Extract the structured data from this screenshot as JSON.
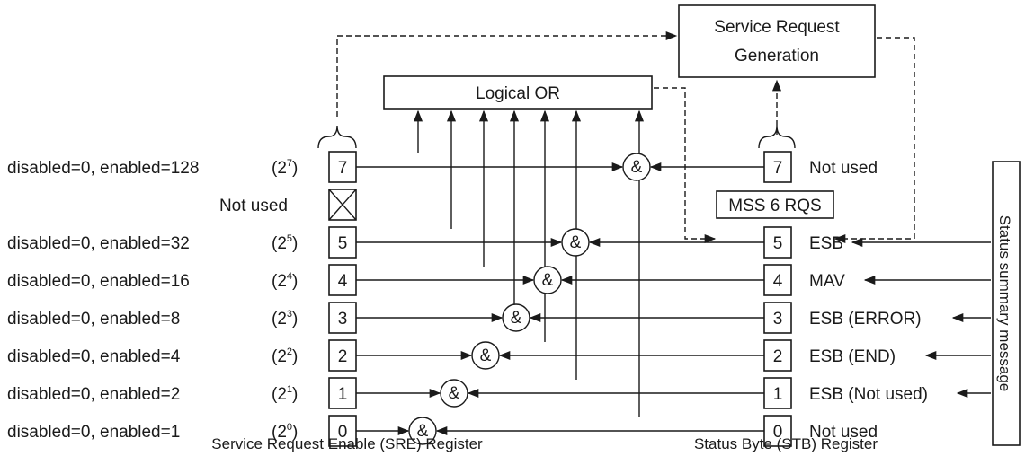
{
  "sre_register": {
    "caption": "Service Request Enable (SRE) Register",
    "bits": [
      {
        "bit": "7",
        "desc": "disabled=0, enabled=128",
        "pow_base": "(2",
        "pow_exp": "7",
        "pow_close": ")"
      },
      {
        "bit": "",
        "desc": "Not used",
        "pow_base": "",
        "pow_exp": "",
        "pow_close": "",
        "crossed": true
      },
      {
        "bit": "5",
        "desc": "disabled=0, enabled=32",
        "pow_base": "(2",
        "pow_exp": "5",
        "pow_close": ")"
      },
      {
        "bit": "4",
        "desc": "disabled=0, enabled=16",
        "pow_base": "(2",
        "pow_exp": "4",
        "pow_close": ")"
      },
      {
        "bit": "3",
        "desc": "disabled=0, enabled=8",
        "pow_base": "(2",
        "pow_exp": "3",
        "pow_close": ")"
      },
      {
        "bit": "2",
        "desc": "disabled=0, enabled=4",
        "pow_base": "(2",
        "pow_exp": "2",
        "pow_close": ")"
      },
      {
        "bit": "1",
        "desc": "disabled=0, enabled=2",
        "pow_base": "(2",
        "pow_exp": "1",
        "pow_close": ")"
      },
      {
        "bit": "0",
        "desc": "disabled=0, enabled=1",
        "pow_base": "(2",
        "pow_exp": "0",
        "pow_close": ")"
      }
    ]
  },
  "stb_register": {
    "caption": "Status Byte (STB) Register",
    "bits": [
      {
        "bit": "7",
        "name": "Not used"
      },
      {
        "bit": "MSS 6 RQS",
        "name": ""
      },
      {
        "bit": "5",
        "name": "ESB"
      },
      {
        "bit": "4",
        "name": "MAV"
      },
      {
        "bit": "3",
        "name": "ESB (ERROR)"
      },
      {
        "bit": "2",
        "name": "ESB (END)"
      },
      {
        "bit": "1",
        "name": "ESB (Not used)"
      },
      {
        "bit": "0",
        "name": "Not used"
      }
    ]
  },
  "logical_or": {
    "label": "Logical OR"
  },
  "service_request": {
    "line1": "Service Request",
    "line2": "Generation"
  },
  "and_gate_symbol": "&",
  "side_label": "Status summary message"
}
